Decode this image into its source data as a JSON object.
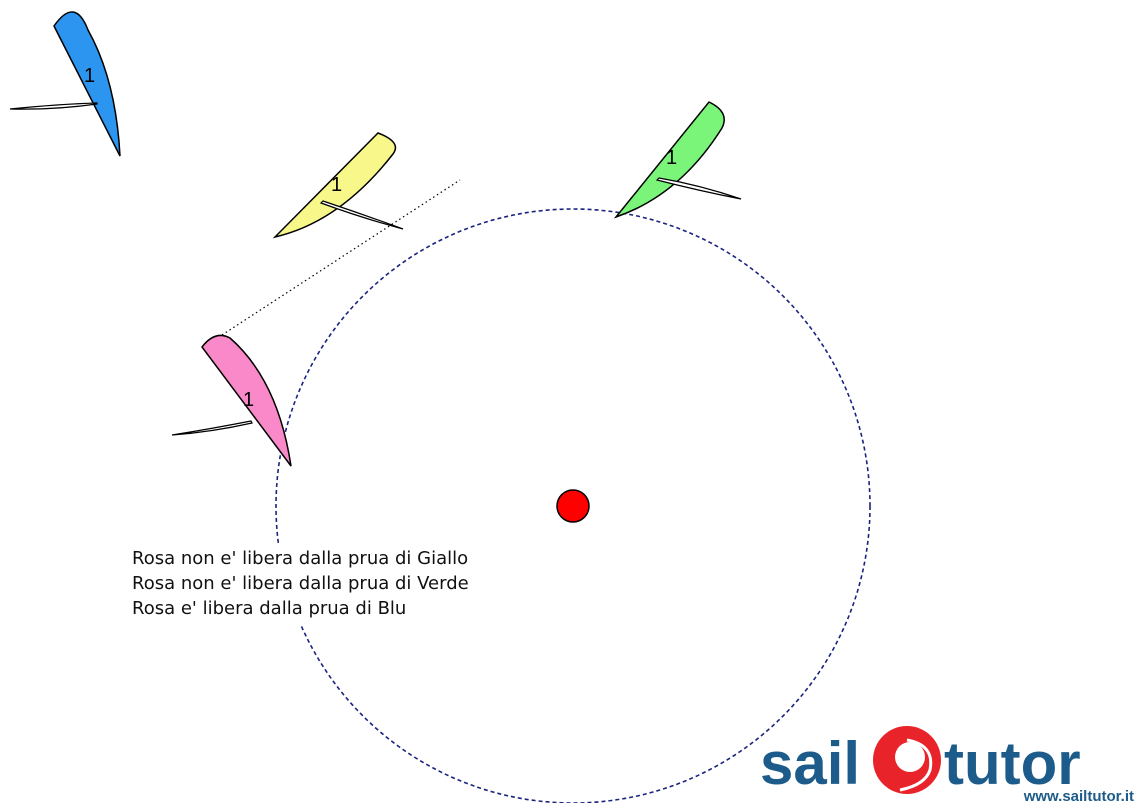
{
  "diagram": {
    "boats": [
      {
        "id": "blu",
        "number": "1",
        "color": "#2c95f0"
      },
      {
        "id": "giallo",
        "number": "1",
        "color": "#f8f88a"
      },
      {
        "id": "verde",
        "number": "1",
        "color": "#7af57a"
      },
      {
        "id": "rosa",
        "number": "1",
        "color": "#f989c8"
      }
    ],
    "zone_color": "#1a237e",
    "mark_color": "#ff0000"
  },
  "captions": [
    "Rosa non e' libera dalla prua di Giallo",
    "Rosa non e' libera dalla prua di Verde",
    "Rosa e' libera dalla prua di Blu"
  ],
  "logo": {
    "word_left": "sail",
    "word_right": "tutor",
    "url": "www.sailtutor.it"
  }
}
